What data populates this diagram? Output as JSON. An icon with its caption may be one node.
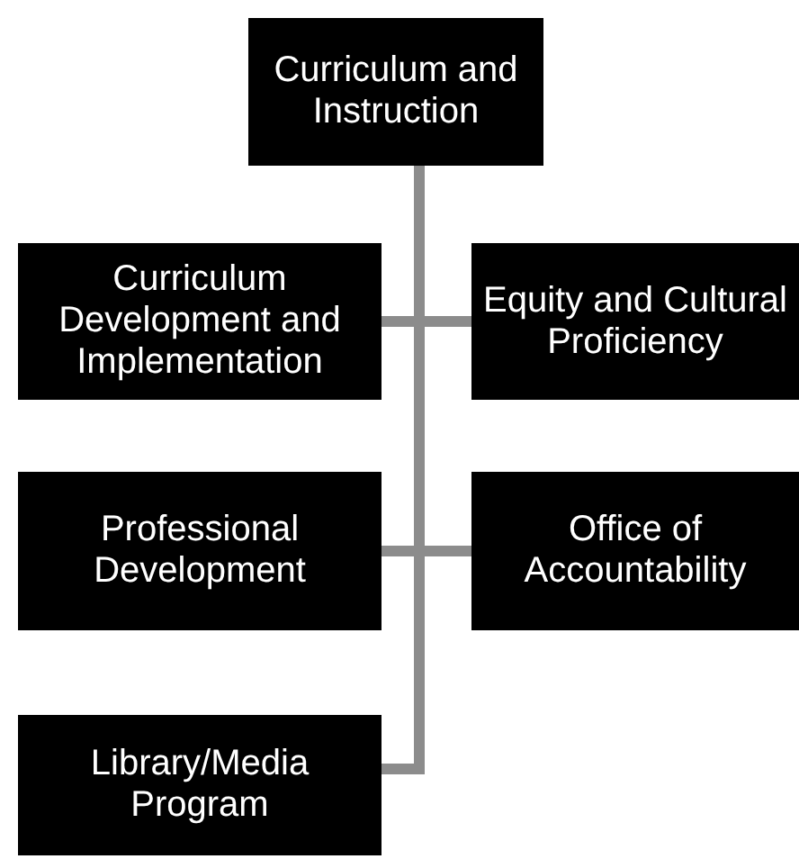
{
  "diagram": {
    "nodes": [
      {
        "text": [
          "Curriculum and Instruction"
        ]
      },
      {
        "text": [
          "Curriculum Development and Implementation"
        ]
      },
      {
        "text": [
          "Equity and Cultural Proficiency"
        ]
      },
      {
        "text": [
          "Professional Development"
        ]
      },
      {
        "text": [
          "Office of Accountability"
        ]
      },
      {
        "text": [
          "Library/Media Program"
        ]
      }
    ],
    "edges": [
      {
        "from": 0,
        "to": 1,
        "arrow": "none"
      },
      {
        "from": 0,
        "to": 2,
        "arrow": "none"
      },
      {
        "from": 0,
        "to": 3,
        "arrow": "none"
      },
      {
        "from": 0,
        "to": 4,
        "arrow": "none"
      },
      {
        "from": 0,
        "to": 5,
        "arrow": "none"
      }
    ]
  }
}
